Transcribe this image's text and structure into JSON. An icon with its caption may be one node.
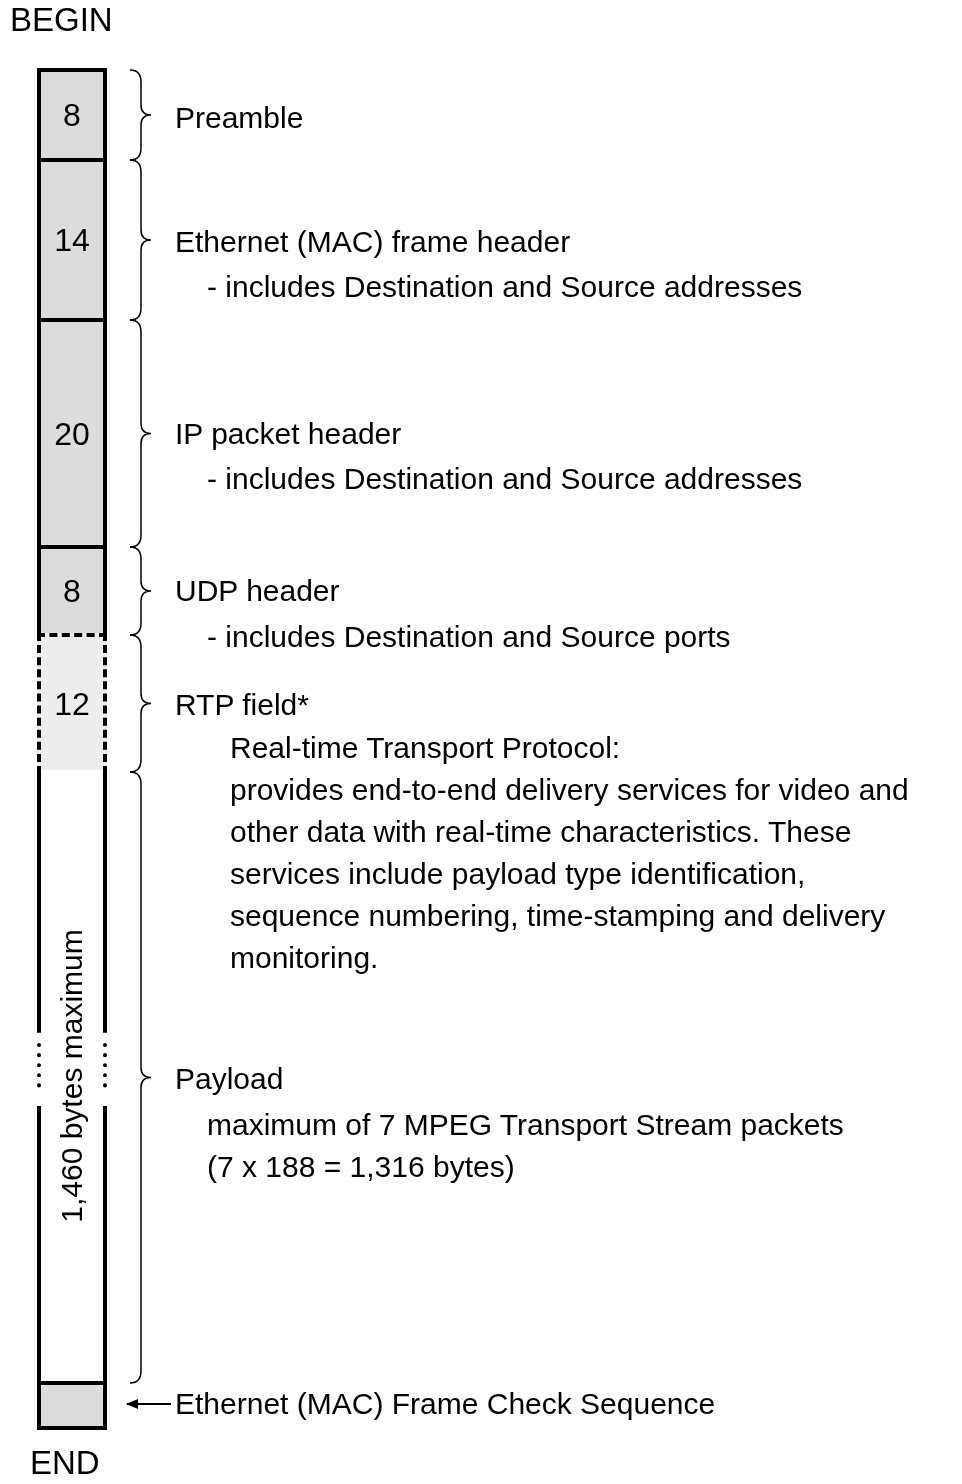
{
  "diagram": {
    "nodes": [
      {
        "text": [
          "8"
        ],
        "beside": [
          "Preamble"
        ]
      },
      {
        "text": [
          "14"
        ],
        "beside": [
          "Ethernet (MAC) frame header",
          "- includes Destination and Source addresses"
        ]
      },
      {
        "text": [
          "20"
        ],
        "beside": [
          "IP packet header",
          "- includes Destination and Source addresses"
        ]
      },
      {
        "text": [
          "8"
        ],
        "beside": [
          "UDP header",
          "- includes Destination and Source ports"
        ]
      },
      {
        "text": [
          "12"
        ],
        "beside": [
          "RTP field*",
          "Real-time Transport Protocol:",
          "provides end-to-end delivery services for video and other data with real-time characteristics. These services include payload type identification, sequence numbering, time-stamping and delivery monitoring."
        ]
      },
      {
        "text": [
          "1,460 bytes maximum"
        ],
        "beside": [
          "Payload",
          "maximum of 7 MPEG Transport Stream packets",
          "(7 x 188 = 1,316 bytes)"
        ]
      },
      {
        "text": [],
        "shape": "box"
      },
      {
        "text": [
          "Ethernet (MAC) Frame Check Sequence"
        ]
      }
    ],
    "edges": [
      {
        "from": 7,
        "to": 6,
        "arrow": "to"
      }
    ],
    "labels": [
      "BEGIN",
      "END"
    ]
  }
}
